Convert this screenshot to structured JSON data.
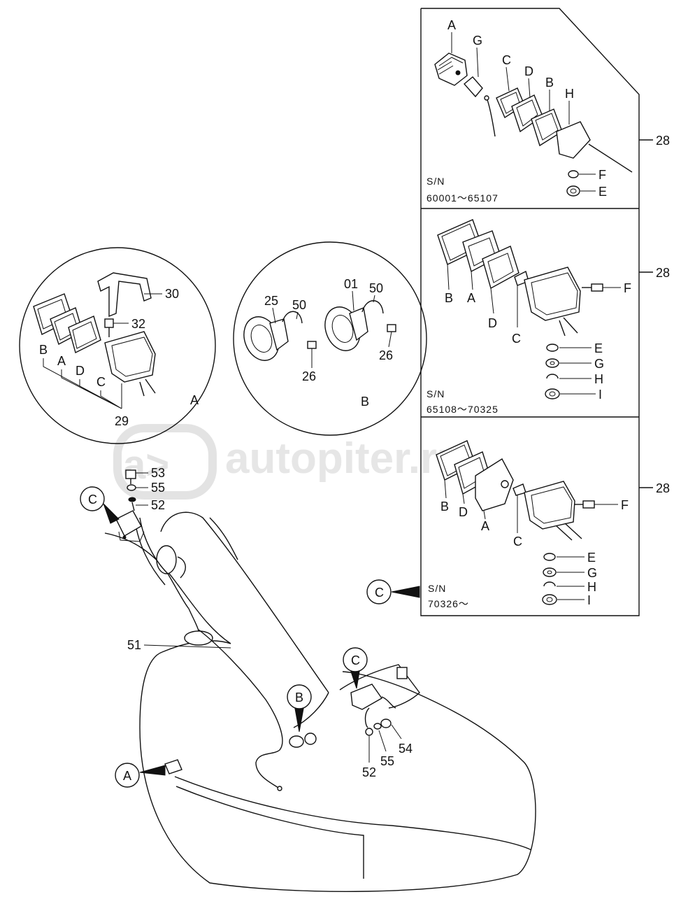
{
  "watermark": "autopiter.ru",
  "panels": [
    {
      "serial_label": "S/N",
      "serial_range": "60001～65107",
      "ref": "28",
      "parts": [
        "A",
        "G",
        "C",
        "D",
        "B",
        "H",
        "F",
        "E"
      ]
    },
    {
      "serial_label": "S/N",
      "serial_range": "65108～70325",
      "ref": "28",
      "parts": [
        "B",
        "A",
        "D",
        "C",
        "F",
        "E",
        "G",
        "H",
        "I"
      ]
    },
    {
      "serial_label": "S/N",
      "serial_range": "70326～",
      "ref": "28",
      "parts": [
        "B",
        "D",
        "A",
        "C",
        "F",
        "E",
        "G",
        "H",
        "I"
      ]
    }
  ],
  "detail_a": {
    "letter": "A",
    "parts": [
      "30",
      "32",
      "B",
      "A",
      "D",
      "C",
      "29"
    ]
  },
  "detail_b": {
    "letter": "B",
    "parts": [
      "25",
      "50",
      "01",
      "50",
      "26",
      "26"
    ]
  },
  "main": {
    "callouts": [
      "C",
      "C",
      "B",
      "A",
      "C"
    ],
    "parts": [
      "53",
      "55",
      "52",
      "51",
      "54",
      "55",
      "52"
    ]
  }
}
